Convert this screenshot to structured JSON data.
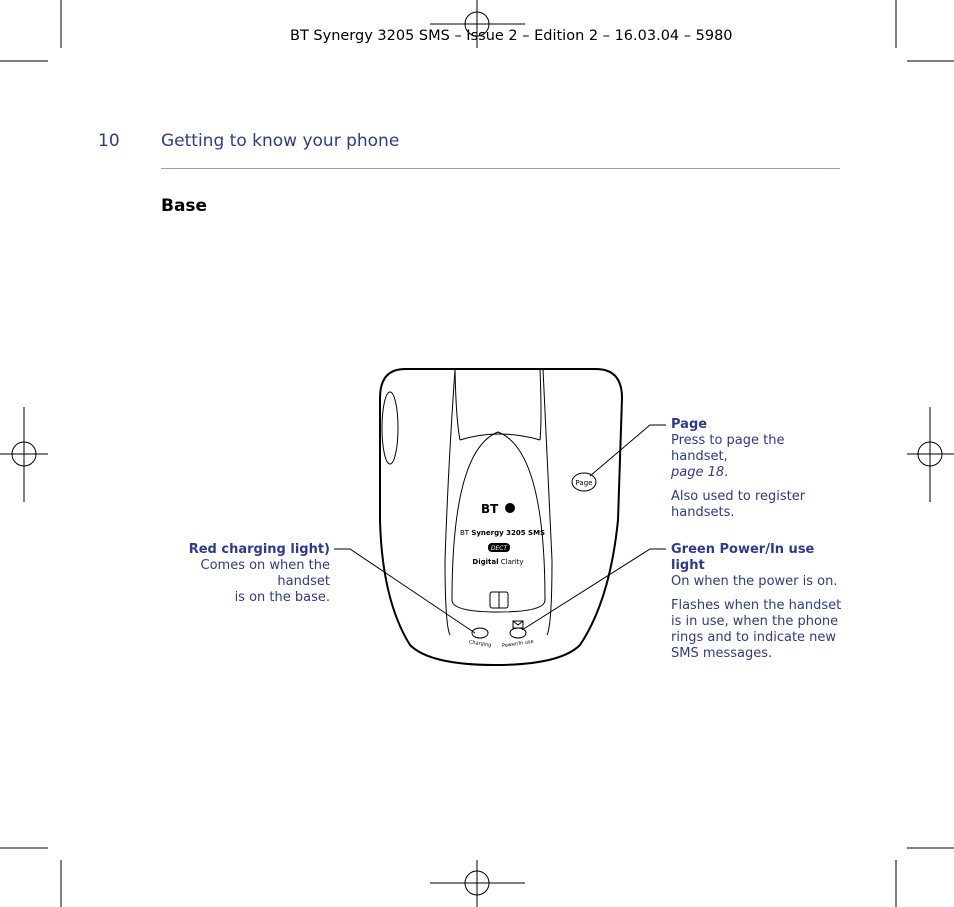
{
  "header": {
    "print_line": "BT Synergy 3205 SMS – Issue 2 – Edition 2 – 16.03.04 – 5980"
  },
  "page": {
    "number": "10",
    "section_title": "Getting to know your phone",
    "heading": "Base"
  },
  "illustration": {
    "brand": "BT",
    "model_prefix": "BT",
    "model_name": "Synergy 3205 SMS",
    "dect_badge": "DECT",
    "tagline_bold": "Digital",
    "tagline_rest": " Clarity",
    "page_button_label": "Page",
    "charging_label": "Charging",
    "power_label": "Power/In use"
  },
  "callouts": {
    "red_light": {
      "title": "Red charging light)",
      "line1": "Comes on when the handset",
      "line2": "is on the base."
    },
    "page": {
      "title": "Page",
      "text1": "Press to page the handset,",
      "ref": "page 18",
      "ref_suffix": ".",
      "text2": "Also used to register handsets."
    },
    "green_light": {
      "title": "Green Power/In use light",
      "text1": "On when the power is on.",
      "text2": "Flashes when the handset is in use, when the phone rings and to indicate new SMS messages."
    }
  },
  "colors": {
    "accent_blue": "#2e3a8c",
    "rule": "#9a9cc4"
  }
}
